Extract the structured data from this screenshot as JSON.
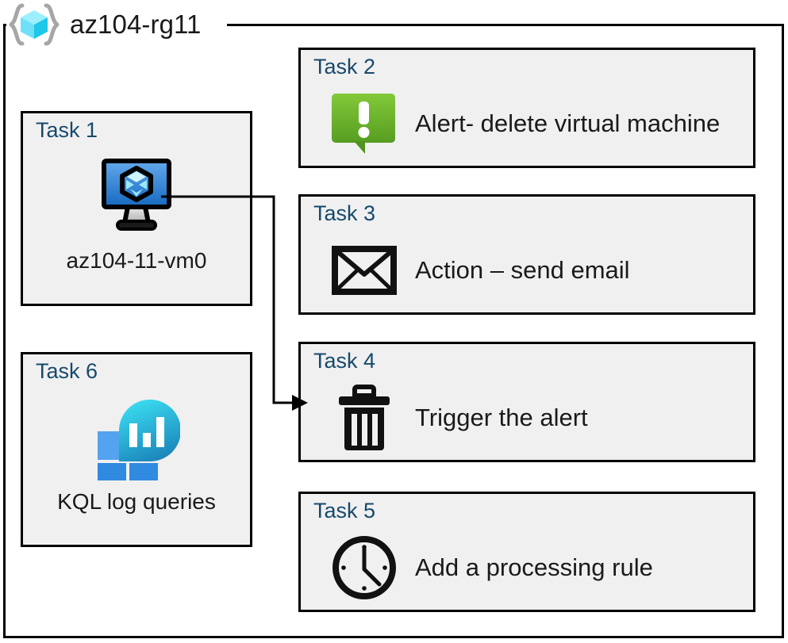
{
  "diagram": {
    "resource_group": {
      "name": "az104-rg11",
      "icon": "resource-group-cube-icon"
    },
    "tasks": [
      {
        "id": "task1",
        "label": "Task 1",
        "caption": "az104-11-vm0",
        "icon": "virtual-machine-icon",
        "column": "left"
      },
      {
        "id": "task2",
        "label": "Task 2",
        "caption": "Alert- delete virtual machine",
        "icon": "alert-exclamation-icon",
        "column": "right"
      },
      {
        "id": "task3",
        "label": "Task 3",
        "caption": "Action – send email",
        "icon": "envelope-icon",
        "column": "right"
      },
      {
        "id": "task4",
        "label": "Task 4",
        "caption": "Trigger the alert",
        "icon": "trash-can-icon",
        "column": "right"
      },
      {
        "id": "task5",
        "label": "Task 5",
        "caption": "Add a processing rule",
        "icon": "clock-icon",
        "column": "right"
      },
      {
        "id": "task6",
        "label": "Task 6",
        "caption": "KQL log queries",
        "icon": "log-analytics-icon",
        "column": "left"
      }
    ],
    "connector": {
      "from": "task1",
      "to": "task4",
      "arrow": "arrowhead-right"
    },
    "colors": {
      "task_label": "#17496b",
      "box_fill": "#f0f0f0",
      "box_border": "#000000",
      "alert_green_light": "#7cc333",
      "alert_green_dark": "#579d21",
      "vm_blue_light": "#5ba3e8",
      "vm_blue_dark": "#1b6ec2",
      "cube_cyan": "#5ee0f5",
      "log_blue": "#2f8ae0",
      "log_teal": "#32d0e8"
    }
  }
}
